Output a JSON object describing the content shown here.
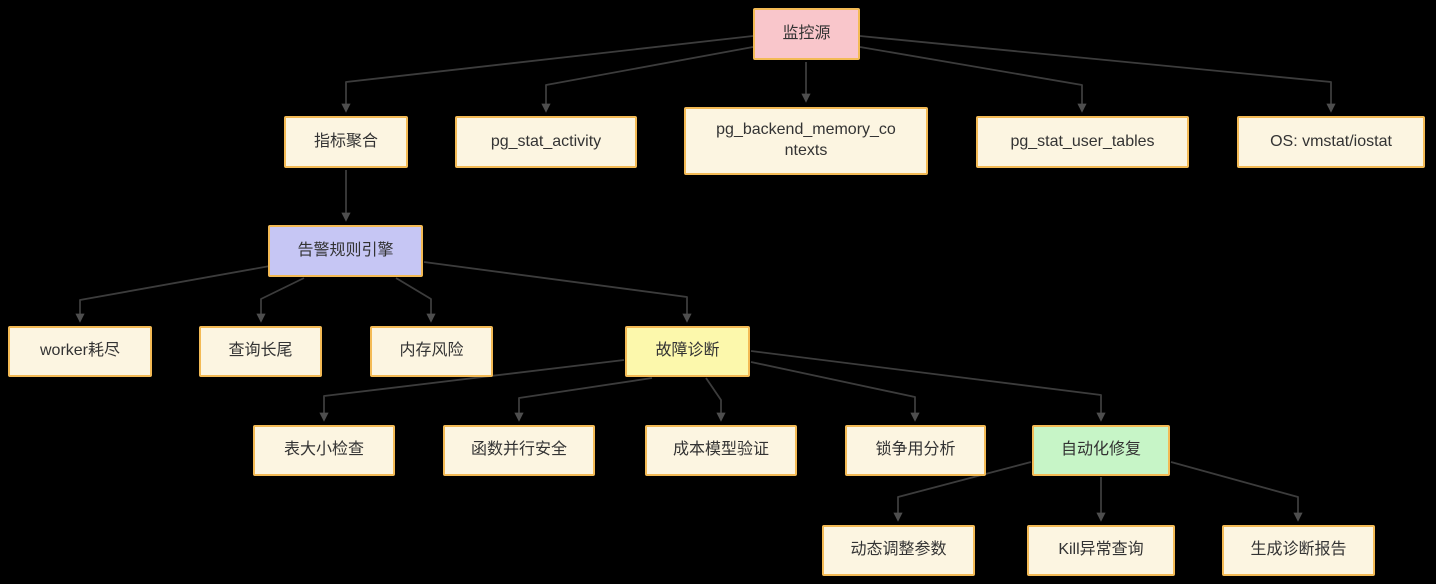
{
  "diagram": {
    "type": "flowchart",
    "direction": "top-down",
    "colors": {
      "background": "#000000",
      "node_border": "#f3ba55",
      "edge_line": "#3c3c3c",
      "arrowhead": "#4e4e4e",
      "text": "#333333",
      "source_fill": "#f9c6cb",
      "default_fill": "#fcf5e1",
      "engine_fill": "#c6c6f4",
      "diagnosis_fill": "#fcf8ac",
      "repair_fill": "#c7f5c7"
    }
  },
  "nodes": [
    {
      "id": "monitor-source",
      "label": "监控源",
      "fill": "#f9c6cb"
    },
    {
      "id": "metric-aggregation",
      "label": "指标聚合",
      "fill": "#fcf5e1"
    },
    {
      "id": "pg-stat-activity",
      "label": "pg_stat_activity",
      "fill": "#fcf5e1"
    },
    {
      "id": "pg-backend-memory-contexts",
      "label": "pg_backend_memory_contexts",
      "fill": "#fcf5e1"
    },
    {
      "id": "pg-stat-user-tables",
      "label": "pg_stat_user_tables",
      "fill": "#fcf5e1"
    },
    {
      "id": "os-vmstat-iostat",
      "label": "OS: vmstat/iostat",
      "fill": "#fcf5e1"
    },
    {
      "id": "alert-rule-engine",
      "label": "告警规则引擎",
      "fill": "#c6c6f4"
    },
    {
      "id": "worker-exhaustion",
      "label": "worker耗尽",
      "fill": "#fcf5e1"
    },
    {
      "id": "query-long-tail",
      "label": "查询长尾",
      "fill": "#fcf5e1"
    },
    {
      "id": "memory-risk",
      "label": "内存风险",
      "fill": "#fcf5e1"
    },
    {
      "id": "fault-diagnosis",
      "label": "故障诊断",
      "fill": "#fcf8ac"
    },
    {
      "id": "table-size-check",
      "label": "表大小检查",
      "fill": "#fcf5e1"
    },
    {
      "id": "function-parallel-safety",
      "label": "函数并行安全",
      "fill": "#fcf5e1"
    },
    {
      "id": "cost-model-validation",
      "label": "成本模型验证",
      "fill": "#fcf5e1"
    },
    {
      "id": "lock-contention-analysis",
      "label": "锁争用分析",
      "fill": "#fcf5e1"
    },
    {
      "id": "automated-repair",
      "label": "自动化修复",
      "fill": "#c7f5c7"
    },
    {
      "id": "dynamic-parameter-tuning",
      "label": "动态调整参数",
      "fill": "#fcf5e1"
    },
    {
      "id": "kill-abnormal-queries",
      "label": "Kill异常查询",
      "fill": "#fcf5e1"
    },
    {
      "id": "generate-diagnosis-report",
      "label": "生成诊断报告",
      "fill": "#fcf5e1"
    }
  ],
  "edges": [
    {
      "from": "监控源",
      "to": "指标聚合"
    },
    {
      "from": "监控源",
      "to": "pg_stat_activity"
    },
    {
      "from": "监控源",
      "to": "pg_backend_memory_contexts"
    },
    {
      "from": "监控源",
      "to": "pg_stat_user_tables"
    },
    {
      "from": "监控源",
      "to": "OS: vmstat/iostat"
    },
    {
      "from": "指标聚合",
      "to": "告警规则引擎"
    },
    {
      "from": "告警规则引擎",
      "to": "worker耗尽"
    },
    {
      "from": "告警规则引擎",
      "to": "查询长尾"
    },
    {
      "from": "告警规则引擎",
      "to": "内存风险"
    },
    {
      "from": "告警规则引擎",
      "to": "故障诊断"
    },
    {
      "from": "故障诊断",
      "to": "表大小检查"
    },
    {
      "from": "故障诊断",
      "to": "函数并行安全"
    },
    {
      "from": "故障诊断",
      "to": "成本模型验证"
    },
    {
      "from": "故障诊断",
      "to": "锁争用分析"
    },
    {
      "from": "故障诊断",
      "to": "自动化修复"
    },
    {
      "from": "自动化修复",
      "to": "动态调整参数"
    },
    {
      "from": "自动化修复",
      "to": "Kill异常查询"
    },
    {
      "from": "自动化修复",
      "to": "生成诊断报告"
    }
  ]
}
